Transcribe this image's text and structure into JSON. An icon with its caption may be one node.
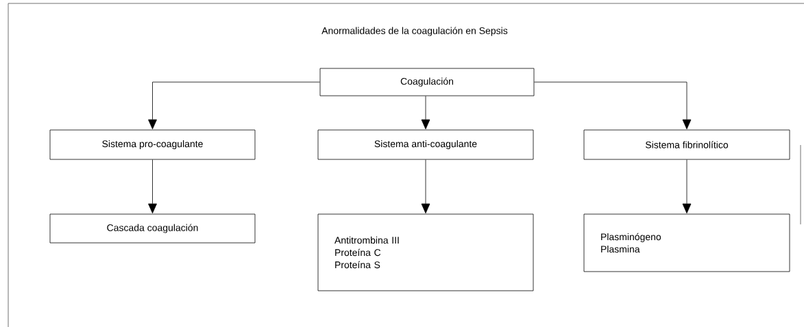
{
  "diagram": {
    "title": "Anormalidades de la coagulación en Sepsis",
    "nodes": [
      {
        "text": [
          "Coagulación"
        ]
      },
      {
        "text": [
          "Sistema pro-coagulante"
        ]
      },
      {
        "text": [
          "Sistema anti-coagulante"
        ]
      },
      {
        "text": [
          "Sistema fibrinolítico"
        ]
      },
      {
        "text": [
          "Cascada coagulación"
        ]
      },
      {
        "text": [
          "Antitrombina III",
          "Proteína C",
          "Proteína S"
        ]
      },
      {
        "text": [
          "Plasminógeno",
          "Plasmina"
        ]
      }
    ],
    "edges": [
      {
        "from": 0,
        "to": 1,
        "arrow": "to"
      },
      {
        "from": 0,
        "to": 2,
        "arrow": "to"
      },
      {
        "from": 0,
        "to": 3,
        "arrow": "to"
      },
      {
        "from": 1,
        "to": 4,
        "arrow": "to"
      },
      {
        "from": 2,
        "to": 5,
        "arrow": "to"
      },
      {
        "from": 3,
        "to": 6,
        "arrow": "to"
      }
    ]
  }
}
